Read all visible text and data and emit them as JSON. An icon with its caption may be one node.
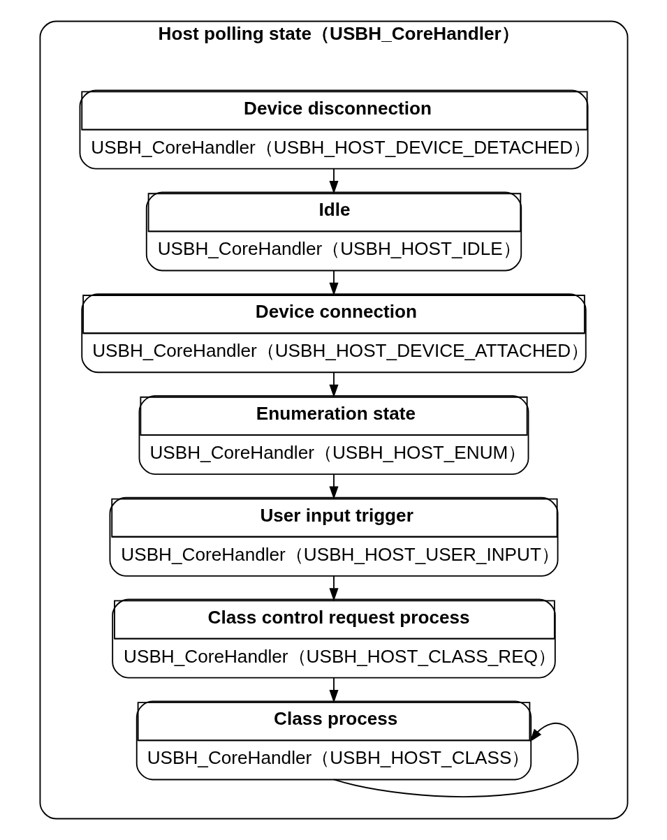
{
  "diagram": {
    "nodes": [
      {
        "text": [
          "Host polling state（USBH_CoreHandler）"
        ]
      },
      {
        "text": [
          "Device disconnection",
          "USBH_CoreHandler（USBH_HOST_DEVICE_DETACHED）"
        ],
        "in": 0
      },
      {
        "text": [
          "Idle",
          "USBH_CoreHandler（USBH_HOST_IDLE）"
        ],
        "in": 0
      },
      {
        "text": [
          "Device connection",
          "USBH_CoreHandler（USBH_HOST_DEVICE_ATTACHED）"
        ],
        "in": 0
      },
      {
        "text": [
          "Enumeration state",
          "USBH_CoreHandler（USBH_HOST_ENUM）"
        ],
        "in": 0
      },
      {
        "text": [
          "User input trigger",
          "USBH_CoreHandler（USBH_HOST_USER_INPUT）"
        ],
        "in": 0
      },
      {
        "text": [
          "Class control request process",
          "USBH_CoreHandler（USBH_HOST_CLASS_REQ）"
        ],
        "in": 0
      },
      {
        "text": [
          "Class process",
          "USBH_CoreHandler（USBH_HOST_CLASS）"
        ],
        "in": 0
      }
    ],
    "edges": [
      {
        "from": 1,
        "to": 2,
        "arrow": "to"
      },
      {
        "from": 2,
        "to": 3,
        "arrow": "to"
      },
      {
        "from": 3,
        "to": 4,
        "arrow": "to"
      },
      {
        "from": 4,
        "to": 5,
        "arrow": "to"
      },
      {
        "from": 5,
        "to": 6,
        "arrow": "to"
      },
      {
        "from": 6,
        "to": 7,
        "arrow": "to"
      },
      {
        "from": 7,
        "to": 7,
        "arrow": "to"
      }
    ]
  }
}
